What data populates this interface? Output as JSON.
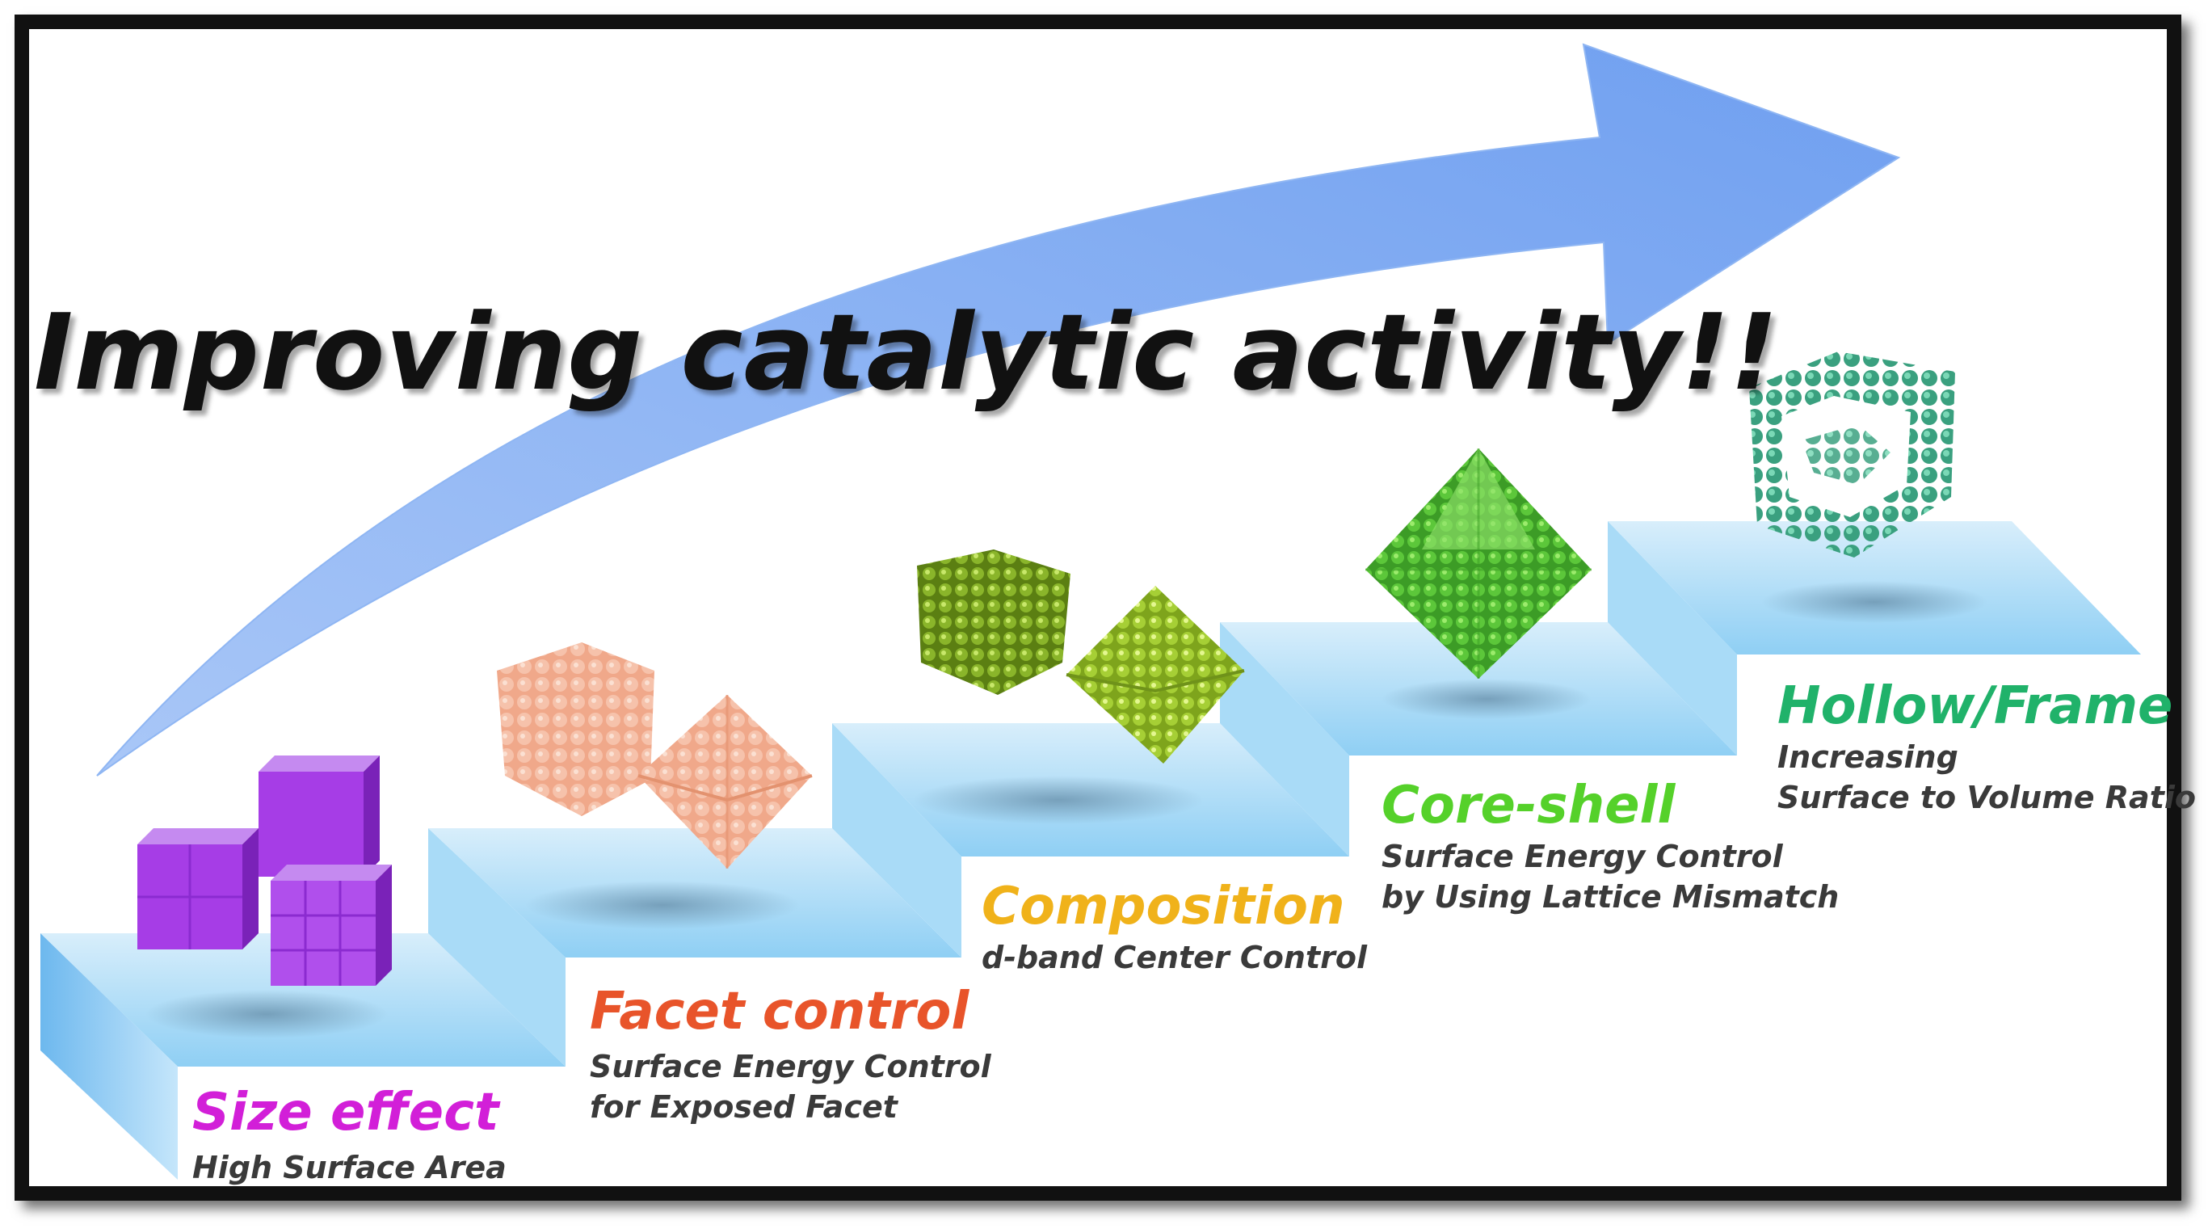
{
  "headline": "Improving catalytic activity!!",
  "steps": [
    {
      "title": "Size effect",
      "lines": [
        "High Surface Area"
      ],
      "color": "#d21fd8"
    },
    {
      "title": "Facet control",
      "lines": [
        "Surface Energy Control",
        "for Exposed Facet"
      ],
      "color": "#e8542a"
    },
    {
      "title": "Composition",
      "lines": [
        "d-band Center Control"
      ],
      "color": "#f0b21a"
    },
    {
      "title": "Core-shell",
      "lines": [
        "Surface Energy Control",
        "by Using Lattice Mismatch"
      ],
      "color": "#55d12a"
    },
    {
      "title": "Hollow/Frame",
      "lines": [
        "Increasing",
        "Surface to Volume Ratio"
      ],
      "color": "#20b26a"
    }
  ],
  "colors": {
    "arrow": "#7aa8f2",
    "step": "#7cc6f2",
    "cube_purple": "#a63de6",
    "facet_orange": "#f2a98c",
    "composition_green": "#8ab52a",
    "coreshell_green": "#5cc73a",
    "frame_teal": "#3aa07f"
  }
}
